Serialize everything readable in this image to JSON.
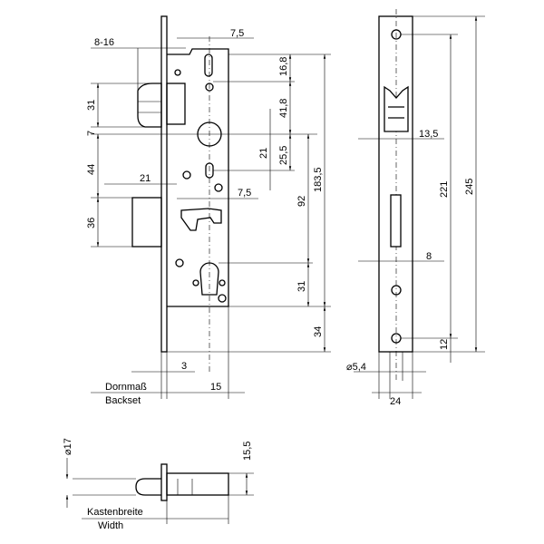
{
  "front_view": {
    "dimensions": {
      "backset_range": "8-16",
      "latch_top_offset": "7,5",
      "latch_height": "31",
      "gap": "7",
      "follower_to_bolt": "44",
      "bolt_projection": "21",
      "bolt_height": "36",
      "top_to_latch": "16,8",
      "latch_to_follower": "41,8",
      "follower_to_screw": "25,5",
      "follower_offset": "21",
      "bolt_offset": "7,5",
      "follower_to_cylinder": "92",
      "cylinder_to_bottom": "31",
      "overall_case": "183,5",
      "bottom_plate": "34",
      "faceplate_thickness": "3",
      "backset": "15"
    },
    "labels": {
      "backset_de": "Dornmaß",
      "backset_en": "Backset"
    }
  },
  "side_view": {
    "dimensions": {
      "follower_width": "13,5",
      "slot_width": "8",
      "hole_spacing": "221",
      "plate_length": "245",
      "hole_offset": "12",
      "hole_diameter": "⌀5,4",
      "plate_width": "24"
    }
  },
  "bottom_view": {
    "dimensions": {
      "latch_diameter": "⌀17",
      "case_depth": "15,5"
    },
    "labels": {
      "width_de": "Kastenbreite",
      "width_en": "Width"
    }
  }
}
